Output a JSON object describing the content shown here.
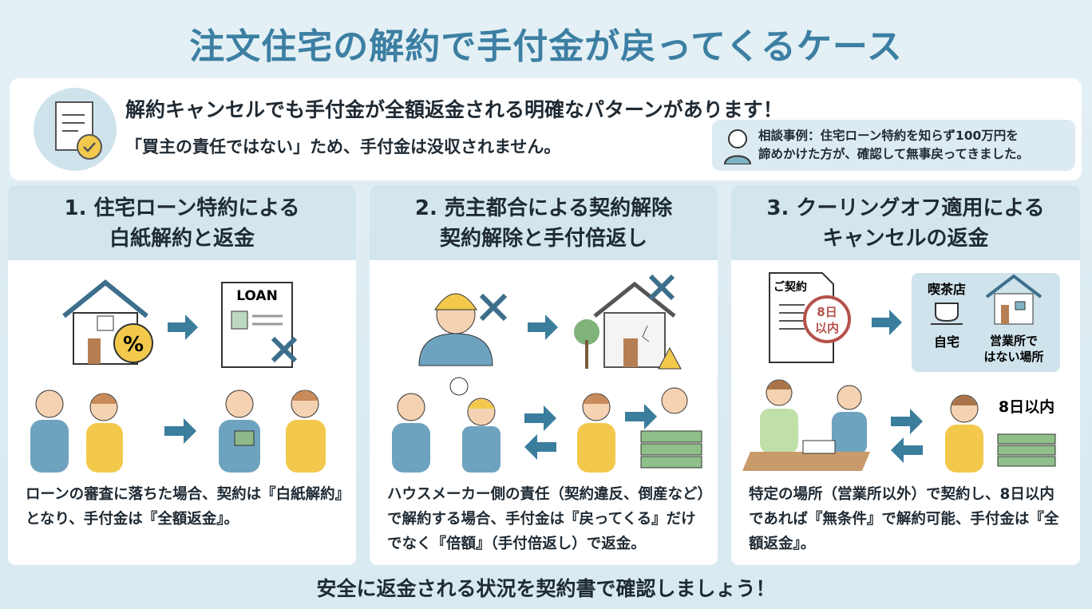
{
  "title": "注文住宅の解約で手付金が戻ってくるケース",
  "intro": {
    "headline": "解約キャンセルでも手付金が全額返金される明確なパターンがあります！",
    "sub": "「買主の責任ではない」ため、手付金は没収されません。",
    "case_line1": "相談事例：住宅ローン特約を知らず100万円を",
    "case_line2": "諦めかけた方が、確認して無事戻ってきました。"
  },
  "panels": [
    {
      "title1": "1. 住宅ローン特約による",
      "title2": "白紙解約と返金",
      "text": "ローンの審査に落ちた場合、契約は『白紙解約』となり、手付金は『全額返金』。",
      "loan_label": "LOAN",
      "percent": "%"
    },
    {
      "title1": "2. 売主都合による契約解除",
      "title2": "契約解除と手付倍返し",
      "text": "ハウスメーカー側の責任（契約違反、倒産など）で解約する場合、手付金は『戻ってくる』だけでなく『倍額』（手付倍返し）で返金。"
    },
    {
      "title1": "3. クーリングオフ適用による",
      "title2": "キャンセルの返金",
      "text": "特定の場所（営業所以外）で契約し、8日以内であれば『無条件』で解約可能、手付金は『全額返金』。",
      "contract_label": "ご契約",
      "stamp1": "8日",
      "stamp2": "以内",
      "place1": "喫茶店",
      "place2": "自宅",
      "place3a": "営業所で",
      "place3b": "はない場所",
      "deadline": "8日以内"
    }
  ],
  "footer": "安全に返金される状況を契約書で確認しましょう！",
  "colors": {
    "accent": "#3c7fa3",
    "arrow": "#3a7d9c",
    "panel_header": "#d3e6ee",
    "cross": "#3d6f8c",
    "stamp": "#b5524a"
  }
}
